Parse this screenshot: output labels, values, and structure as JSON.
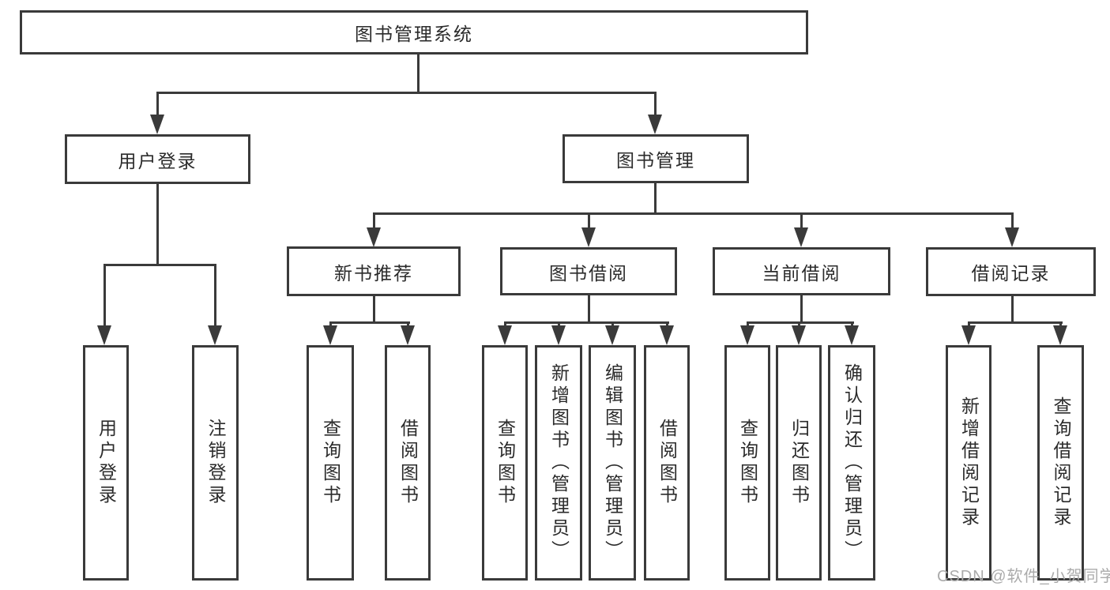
{
  "diagram": {
    "root": {
      "label": "图书管理系统"
    },
    "branches": [
      {
        "label": "用户登录",
        "children": [
          {
            "label": "用户登录"
          },
          {
            "label": "注销登录"
          }
        ]
      },
      {
        "label": "图书管理",
        "children": [
          {
            "label": "新书推荐",
            "children": [
              {
                "label": "查询图书"
              },
              {
                "label": "借阅图书"
              }
            ]
          },
          {
            "label": "图书借阅",
            "children": [
              {
                "label": "查询图书"
              },
              {
                "label": "新增图书（管理员）"
              },
              {
                "label": "编辑图书（管理员）"
              },
              {
                "label": "借阅图书"
              }
            ]
          },
          {
            "label": "当前借阅",
            "children": [
              {
                "label": "查询图书"
              },
              {
                "label": "归还图书"
              },
              {
                "label": "确认归还（管理员）"
              }
            ]
          },
          {
            "label": "借阅记录",
            "children": [
              {
                "label": "新增借阅记录"
              },
              {
                "label": "查询借阅记录"
              }
            ]
          }
        ]
      }
    ]
  },
  "watermark": "CSDN @软件_小贺同学",
  "colors": {
    "line": "#3a3a3a",
    "text": "#2b2b2b",
    "watermark": "#ababab",
    "background": "#ffffff"
  }
}
